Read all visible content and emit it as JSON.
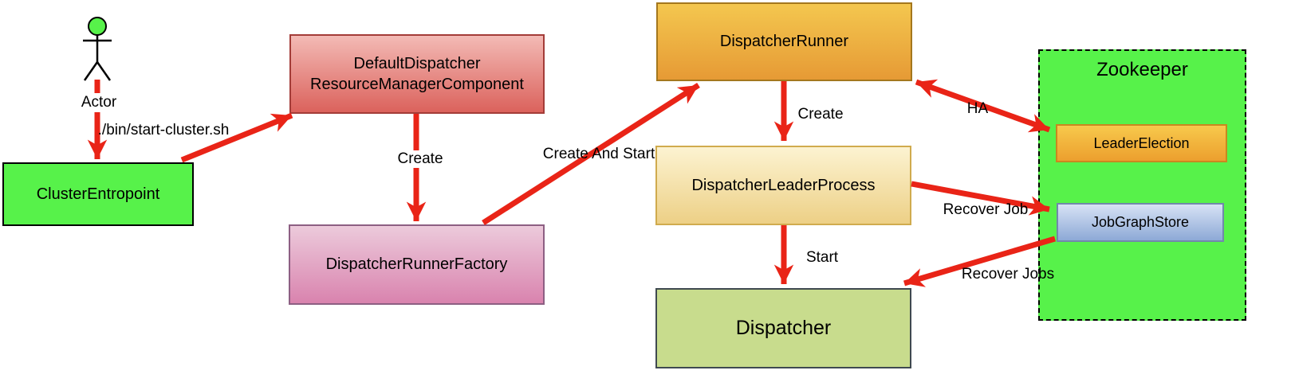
{
  "actor": {
    "label": "Actor"
  },
  "nodes": {
    "cluster_entrypoint": "ClusterEntropoint",
    "default_dispatcher_line1": "DefaultDispatcher",
    "default_dispatcher_line2": "ResourceManagerComponent",
    "dispatcher_runner_factory": "DispatcherRunnerFactory",
    "dispatcher_runner": "DispatcherRunner",
    "dispatcher_leader_process": "DispatcherLeaderProcess",
    "dispatcher": "Dispatcher",
    "zookeeper": "Zookeeper",
    "leader_election": "LeaderElection",
    "job_graph_store": "JobGraphStore"
  },
  "edges": {
    "start_script": "./bin/start-cluster.sh",
    "create_runner_factory": "Create",
    "create_and_start": "Create And Start",
    "create_leader_process": "Create",
    "ha": "HA",
    "recover_job": "Recover Job",
    "start_dispatcher": "Start",
    "recover_jobs": "Recover Jobs"
  },
  "colors": {
    "arrow_red": "#e92417",
    "bright_green": "#57f24a",
    "red_node": "#db625c",
    "mauve_node": "#d983ae",
    "orange_node": "#e69a35",
    "cream_node": "#edd086",
    "olive_node": "#c8dc8d",
    "blue_node": "#8da9d6",
    "text": "#000000"
  }
}
